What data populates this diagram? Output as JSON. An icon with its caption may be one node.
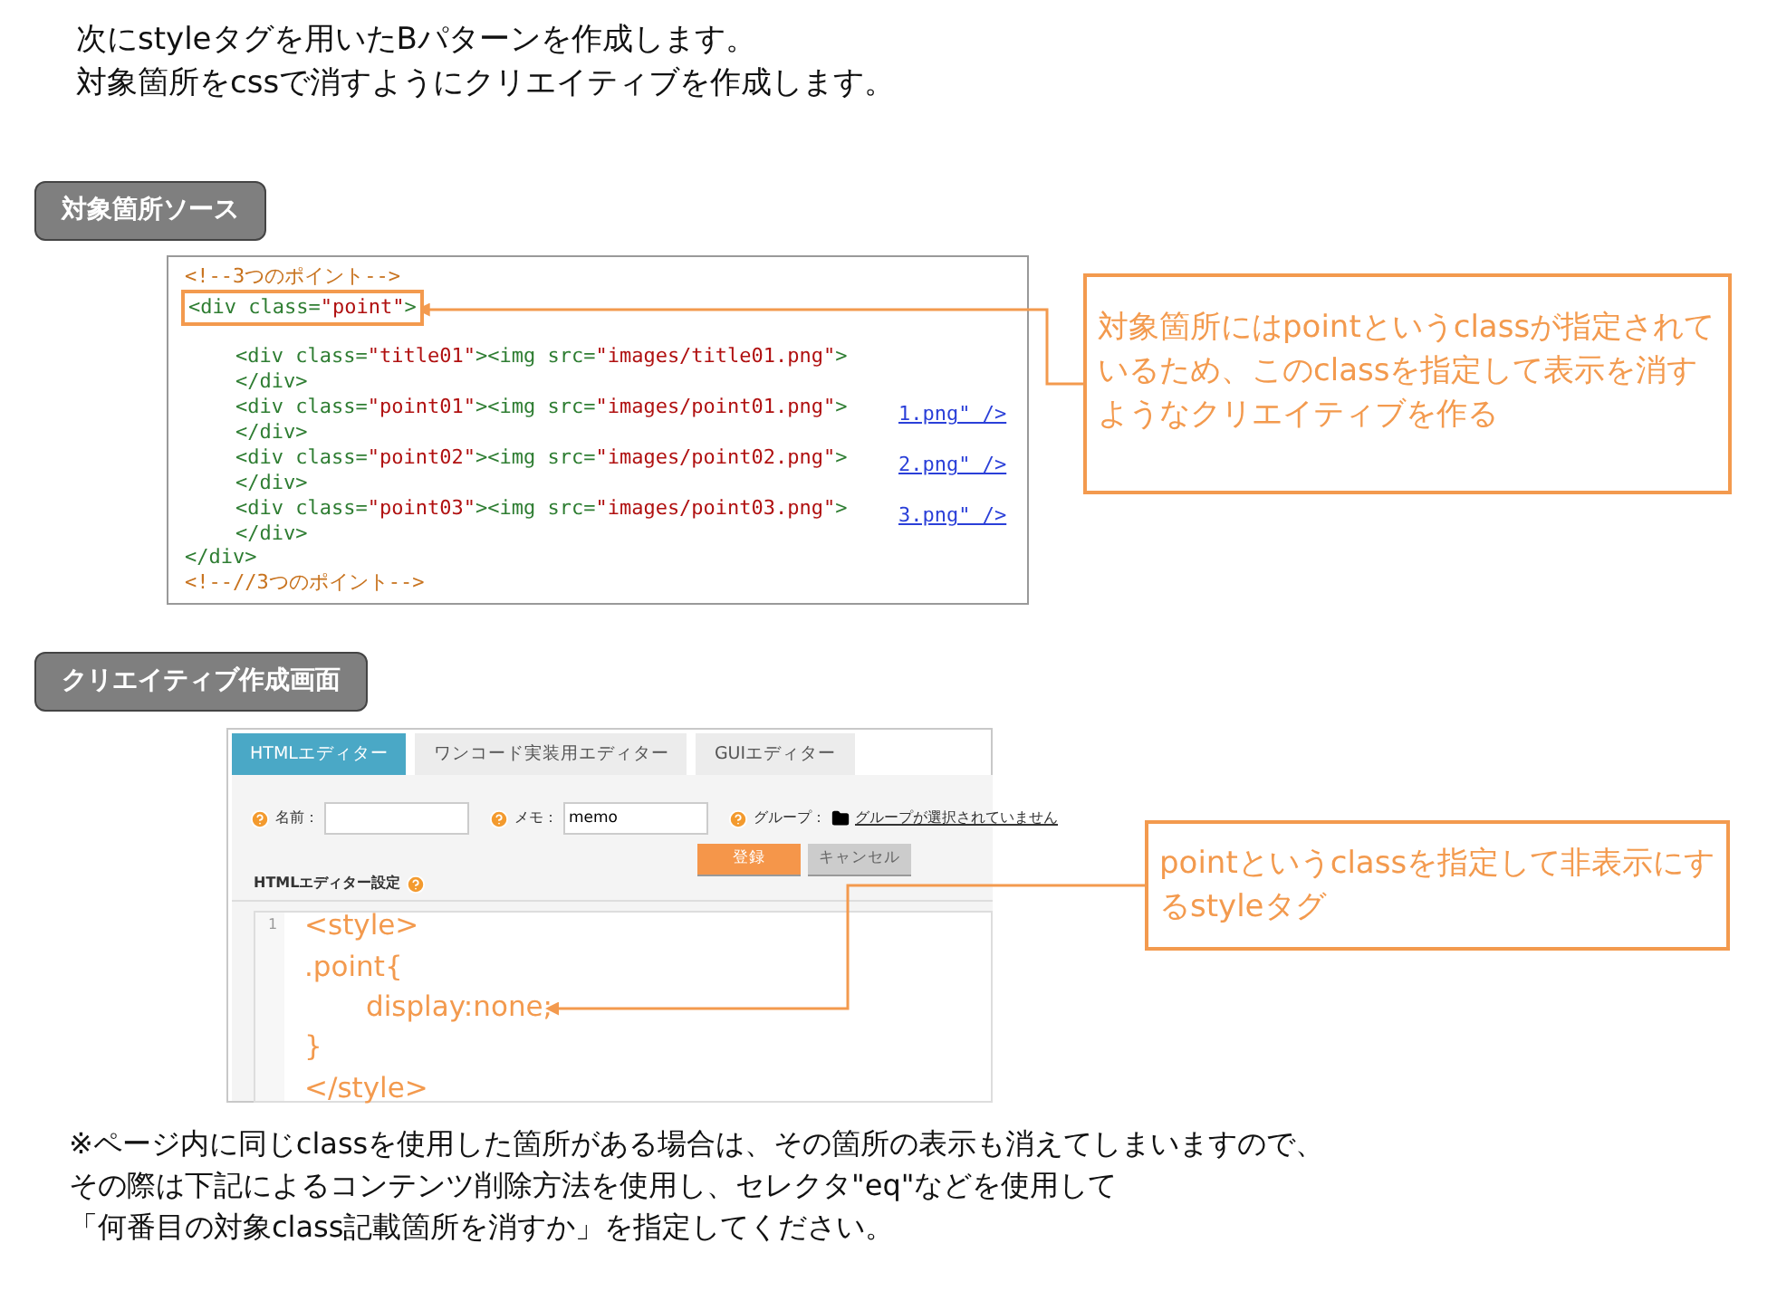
{
  "diagram": {
    "nodes": [
      {
        "text": [
          "<div class=\"point\">"
        ]
      },
      {
        "text": [
          "対象箇所にはpointというclassが指定されているため、このclassを指定して表示を消すようなクリエイティブを作る"
        ]
      },
      {
        "text": [
          "display:none;"
        ]
      },
      {
        "text": [
          "pointというclassを指定して非表示にするstyleタグ"
        ]
      }
    ],
    "edges": [
      {
        "from": 1,
        "to": 0,
        "arrow": "to"
      },
      {
        "from": 3,
        "to": 2,
        "arrow": "to"
      }
    ],
    "labels": [
      "次にstyleタグを用いたBパターンを作成します。",
      "対象箇所をcssで消すようにクリエイティブを作成します。",
      "対象箇所ソース",
      "<!--3つのポイント-->",
      "<div class=\"title01\"><img src=\"images/title01.png\">",
      "</div>",
      "<div class=\"point01\"><img src=\"images/point01.png\">",
      "</div>",
      "<div class=\"point02\"><img src=\"images/point02.png\">",
      "</div>",
      "<div class=\"point03\"><img src=\"images/point03.png\">",
      "</div>",
      "</div>",
      "<!--//3つのポイント-->",
      "1.png\" />",
      "2.png\" />",
      "3.png\" />",
      "クリエイティブ作成画面",
      "HTMLエディター",
      "ワンコード実装用エディター",
      "GUIエディター",
      "名前：",
      "メモ：",
      "memo",
      "グループ：",
      "グループが選択されていません",
      "登録",
      "キャンセル",
      "HTMLエディター設定",
      "1",
      "<style>",
      ".point{",
      "}",
      "</style>",
      "※ページ内に同じclassを使用した箇所がある場合は、その箇所の表示も消えてしまいますので、",
      "その際は下記によるコンテンツ削除方法を使用し、セレクタ\"eq\"などを使用して",
      "「何番目の対象class記載箇所を消すか」を指定してください。"
    ]
  }
}
